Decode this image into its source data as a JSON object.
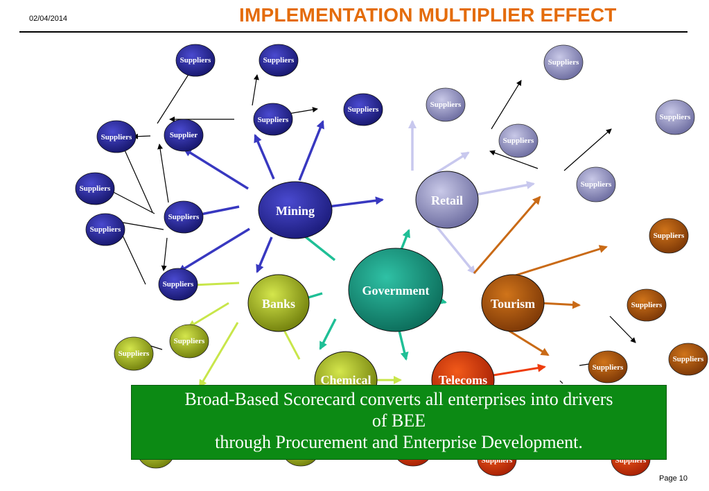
{
  "header": {
    "date": "02/04/2014",
    "title": "IMPLEMENTATION MULTIPLIER EFFECT"
  },
  "footer": {
    "page": "Page 10"
  },
  "colors": {
    "title": "#e46c0a",
    "mining": "#2b2b9a",
    "retail": "#8e8ebe",
    "tourism": "#a04d0a",
    "government": "#139a80",
    "banks": "#a9bd1c",
    "chemical": "#a9bd1c",
    "telecoms": "#d43a0a",
    "callout": "#0c8a14"
  },
  "nodes": {
    "mining": "Mining",
    "retail": "Retail",
    "government": "Government",
    "banks": "Banks",
    "tourism": "Tourism",
    "chemical": "Chemical",
    "telecoms": "Telecoms",
    "supplier": "Supplier",
    "suppliers": "Suppliers"
  },
  "callout": {
    "line1": "Broad-Based Scorecard converts all enterprises into drivers",
    "line2": "of BEE",
    "line3": "through Procurement and Enterprise Development."
  }
}
